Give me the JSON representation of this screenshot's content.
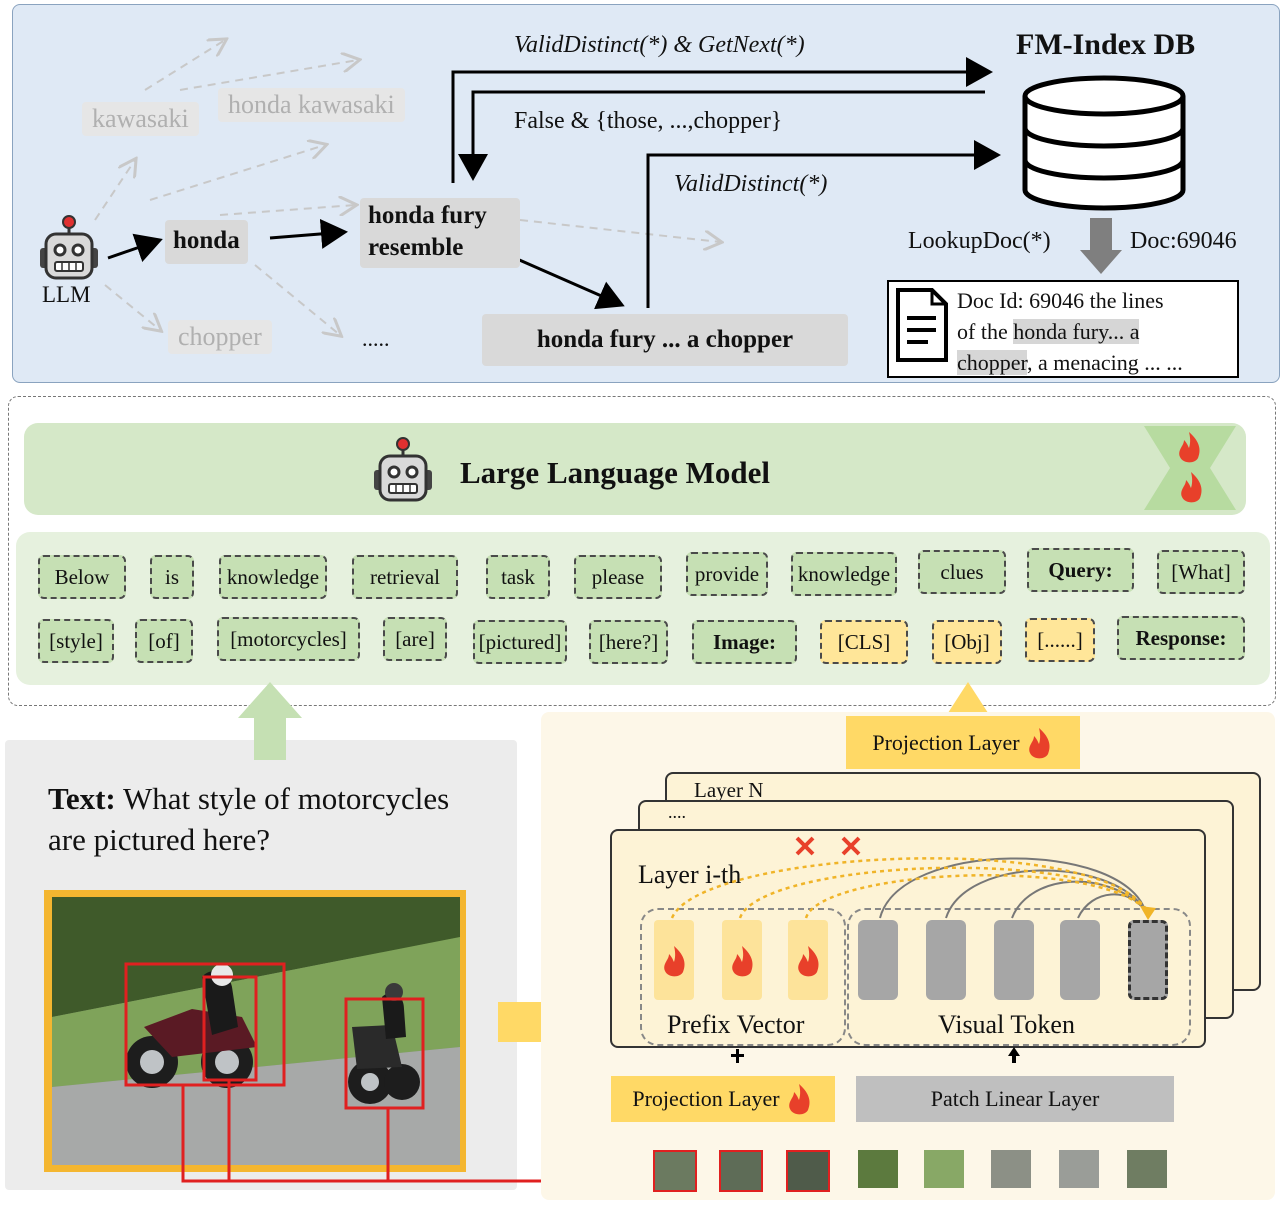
{
  "top": {
    "ghost_tokens": [
      "kawasaki",
      "honda kawasaki",
      "chopper"
    ],
    "llm_label": "LLM",
    "honda": "honda",
    "honda_fury_line1": "honda fury",
    "honda_fury_line2": "resemble",
    "ellipsis": ".....",
    "result_chip": "honda fury ...  a chopper",
    "call1": "ValidDistinct(*) & GetNext(*)",
    "return1": "False & {those, ...,chopper}",
    "call2": "ValidDistinct(*)",
    "db_title": "FM-Index DB",
    "lookup": "LookupDoc(*)",
    "doc_id": "Doc:69046",
    "doc_text_1": "Doc Id: 69046 the lines",
    "doc_text_2a": "of the ",
    "doc_text_2b": "honda fury... a",
    "doc_text_3a": "chopper",
    "doc_text_3b": ", a menacing ... ..."
  },
  "llm": {
    "title": "Large Language Model"
  },
  "tokens_row1": [
    "Below",
    "is",
    "knowledge",
    "retrieval",
    "task",
    "please",
    "provide",
    "knowledge",
    "clues",
    "Query:",
    "[What]"
  ],
  "tokens_row2": [
    "[style]",
    "[of]",
    "[motorcycles]",
    "[are]",
    "[pictured]",
    "[here?]",
    "Image:",
    "[CLS]",
    "[Obj]",
    "[......]",
    "Response:"
  ],
  "text_prompt": {
    "label": "Text:",
    "line1": " What style of motorcycles",
    "line2": "are pictured here?"
  },
  "right": {
    "projection_top": "Projection Layer",
    "layer_n": "Layer N",
    "dots": "....",
    "layer_i": "Layer i-th",
    "prefix_vector": "Prefix Vector",
    "visual_token": "Visual Token",
    "projection_bottom": "Projection Layer",
    "patch_linear": "Patch Linear Layer"
  },
  "colors": {
    "top_panel": "#dfe9f5",
    "llm_bar": "#d5e8c8",
    "token_green": "#c6e0b4",
    "token_yellow": "#ffe699",
    "projection": "#ffd966",
    "flame": "#e8402a",
    "bbox_red": "#e02020"
  },
  "icons": [
    "robot-icon",
    "database-icon",
    "document-icon",
    "flame-icon",
    "cross-icon"
  ]
}
